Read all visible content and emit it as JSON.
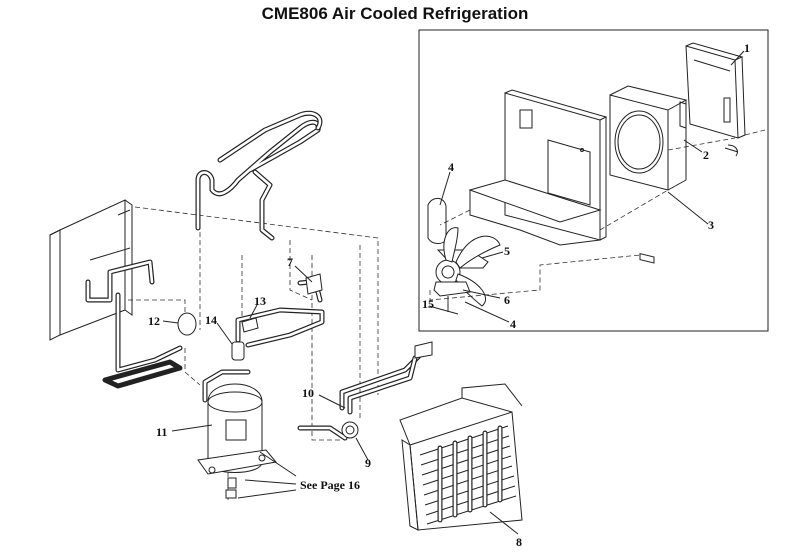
{
  "title": "CME806 Air Cooled Refrigeration",
  "callouts": {
    "c1": "1",
    "c2": "2",
    "c3": "3",
    "c4a": "4",
    "c4b": "4",
    "c5": "5",
    "c6": "6",
    "c7": "7",
    "c8": "8",
    "c9": "9",
    "c10": "10",
    "c11": "11",
    "c12": "12",
    "c13": "13",
    "c14": "14",
    "c15": "15"
  },
  "reference_note": "See Page 16"
}
